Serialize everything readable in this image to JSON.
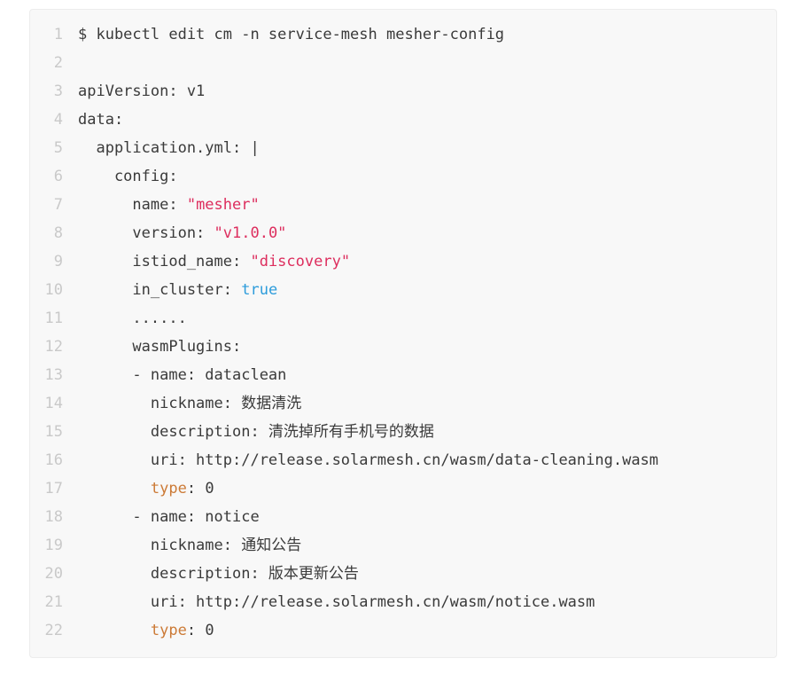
{
  "code_block": {
    "colors": {
      "background": "#f8f8f8",
      "border": "#ececec",
      "line_number": "#c9c9c9",
      "plain_text": "#3a3a3a",
      "string": "#dd2e5e",
      "literal": "#2d9cdb",
      "keyword": "#cc7a36"
    },
    "lines": [
      {
        "no": "1",
        "segments": [
          {
            "t": "$ kubectl edit cm -n service-mesh mesher-config",
            "c": "plain"
          }
        ]
      },
      {
        "no": "2",
        "segments": [
          {
            "t": "",
            "c": "plain"
          }
        ]
      },
      {
        "no": "3",
        "segments": [
          {
            "t": "apiVersion: v1",
            "c": "plain"
          }
        ]
      },
      {
        "no": "4",
        "segments": [
          {
            "t": "data:",
            "c": "plain"
          }
        ]
      },
      {
        "no": "5",
        "segments": [
          {
            "t": "  application.yml: |",
            "c": "plain"
          }
        ]
      },
      {
        "no": "6",
        "segments": [
          {
            "t": "    config:",
            "c": "plain"
          }
        ]
      },
      {
        "no": "7",
        "segments": [
          {
            "t": "      name: ",
            "c": "plain"
          },
          {
            "t": "\"mesher\"",
            "c": "string"
          }
        ]
      },
      {
        "no": "8",
        "segments": [
          {
            "t": "      version: ",
            "c": "plain"
          },
          {
            "t": "\"v1.0.0\"",
            "c": "string"
          }
        ]
      },
      {
        "no": "9",
        "segments": [
          {
            "t": "      istiod_name: ",
            "c": "plain"
          },
          {
            "t": "\"discovery\"",
            "c": "string"
          }
        ]
      },
      {
        "no": "10",
        "segments": [
          {
            "t": "      in_cluster: ",
            "c": "plain"
          },
          {
            "t": "true",
            "c": "literal"
          }
        ]
      },
      {
        "no": "11",
        "segments": [
          {
            "t": "      ......",
            "c": "plain"
          }
        ]
      },
      {
        "no": "12",
        "segments": [
          {
            "t": "      wasmPlugins:",
            "c": "plain"
          }
        ]
      },
      {
        "no": "13",
        "segments": [
          {
            "t": "      - name: dataclean",
            "c": "plain"
          }
        ]
      },
      {
        "no": "14",
        "segments": [
          {
            "t": "        nickname: 数据清洗",
            "c": "plain"
          }
        ]
      },
      {
        "no": "15",
        "segments": [
          {
            "t": "        description: 清洗掉所有手机号的数据",
            "c": "plain"
          }
        ]
      },
      {
        "no": "16",
        "segments": [
          {
            "t": "        uri: http://release.solarmesh.cn/wasm/data-cleaning.wasm",
            "c": "plain"
          }
        ]
      },
      {
        "no": "17",
        "segments": [
          {
            "t": "        ",
            "c": "plain"
          },
          {
            "t": "type",
            "c": "keyword"
          },
          {
            "t": ": 0",
            "c": "plain"
          }
        ]
      },
      {
        "no": "18",
        "segments": [
          {
            "t": "      - name: notice",
            "c": "plain"
          }
        ]
      },
      {
        "no": "19",
        "segments": [
          {
            "t": "        nickname: 通知公告",
            "c": "plain"
          }
        ]
      },
      {
        "no": "20",
        "segments": [
          {
            "t": "        description: 版本更新公告",
            "c": "plain"
          }
        ]
      },
      {
        "no": "21",
        "segments": [
          {
            "t": "        uri: http://release.solarmesh.cn/wasm/notice.wasm",
            "c": "plain"
          }
        ]
      },
      {
        "no": "22",
        "segments": [
          {
            "t": "        ",
            "c": "plain"
          },
          {
            "t": "type",
            "c": "keyword"
          },
          {
            "t": ": 0",
            "c": "plain"
          }
        ]
      }
    ]
  }
}
